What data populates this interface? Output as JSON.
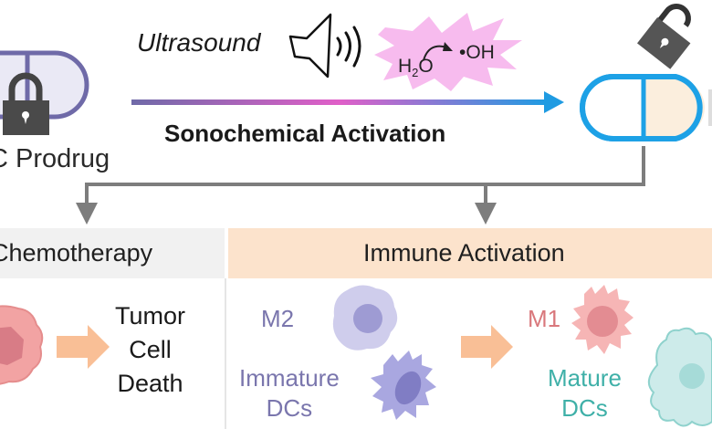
{
  "diagram": {
    "top": {
      "stimulus_label": "Ultrasound",
      "reaction": {
        "reactant": "H",
        "reactant_sub": "2",
        "reactant_tail": "O",
        "product": "•OH"
      },
      "process_label": "Sonochemical Activation",
      "prodrug_label": "C Prodrug",
      "icons": [
        "padlock-closed-icon",
        "speaker-icon",
        "sound-waves-icon",
        "starburst-icon",
        "padlock-open-icon",
        "capsule-icon"
      ]
    },
    "branches": {
      "chemotherapy": {
        "header": "Chemotherapy",
        "outcome": "Tumor\nCell\nDeath"
      },
      "immune": {
        "header": "Immune Activation",
        "before": {
          "macrophage_label": "M2",
          "dc_label": "Immature\nDCs"
        },
        "after": {
          "macrophage_label": "M1",
          "dc_label": "Mature\nDCs"
        }
      }
    },
    "colors": {
      "prodrug_capsule": "#6f6aa8",
      "active_capsule": "#1da1e6",
      "capsule_fill_active": "#fbeedd",
      "arrow_gradient": [
        "#6f6aa8",
        "#e05fc8",
        "#1f9be2"
      ],
      "starburst": "#f6b4ec",
      "lock": "#4a4a4a",
      "connector": "#7d7d7d",
      "chemo_header": "#f1f1f1",
      "immune_header": "#fce3cc",
      "flow_arrow": "#f9bf96",
      "tumor_cell": "#ef9a9a",
      "m2_cell": "#c9c8ea",
      "immature_dc": "#a9a7e0",
      "m1_cell": "#f6b5b5",
      "mature_dc": "#c4e8e6"
    }
  }
}
